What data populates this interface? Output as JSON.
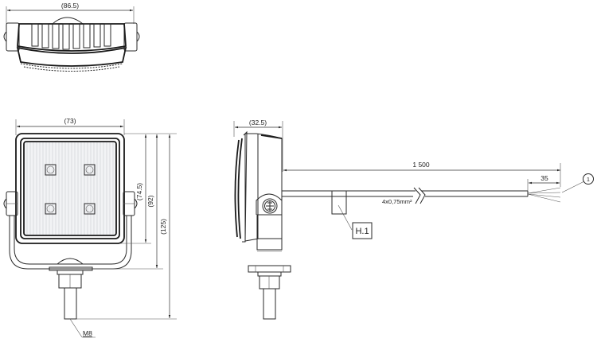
{
  "drawing": {
    "type": "technical-dimension-drawing",
    "subject": "LED work lamp with bracket and cable",
    "units": "mm",
    "views": {
      "top_view": {
        "width_label": "(86.5)"
      },
      "front_view": {
        "width_label": "(73)",
        "height_labels": {
          "lens_height": "(74.5)",
          "body_height": "(92)",
          "overall_height": "(125)"
        },
        "led_count": 4,
        "thread_label": "M8"
      },
      "side_view": {
        "depth_label": "(32.5)",
        "cable_length_label": "1 500",
        "strip_length_label": "35",
        "cable_spec_label": "4x0,75mm²",
        "tag_label": "H.1",
        "callout_number": "1"
      }
    }
  }
}
